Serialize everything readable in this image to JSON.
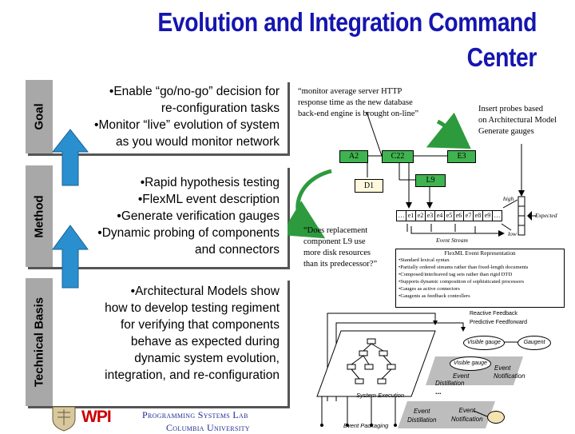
{
  "title": "Evolution and Integration Command Center",
  "rows": {
    "goal": {
      "label": "Goal",
      "bullets": [
        "•Enable “go/no-go” decision for",
        "re-configuration tasks",
        "•Monitor “live” evolution of system",
        "as you would monitor network"
      ]
    },
    "method": {
      "label": "Method",
      "bullets": [
        "•Rapid hypothesis testing",
        "•FlexML event description",
        "•Generate verification gauges",
        "•Dynamic probing of components",
        "and connectors"
      ]
    },
    "technical": {
      "label": "Technical Basis",
      "bullets": [
        "•Architectural Models show",
        "how to develop testing regiment",
        "for verifying that components",
        "behave as expected during",
        "dynamic system evolution,",
        "integration, and re-configuration"
      ]
    }
  },
  "diagram": {
    "quote_top": [
      "“monitor average server HTTP",
      "response time as the new database",
      "back-end engine is brought on-line”"
    ],
    "probes_note": [
      "Insert probes based",
      "on Architectural Model",
      "Generate gauges"
    ],
    "quote_bottom": [
      "“Does replacement",
      "component L9 use",
      "more disk resources",
      "than its predecessor?”"
    ],
    "nodes": {
      "a2": "A2",
      "c22": "C22",
      "e3": "E3",
      "l9": "L9",
      "d1": "D1"
    },
    "stream_cells": [
      "…",
      "e1",
      "e2",
      "e3",
      "e4",
      "e5",
      "e6",
      "e7",
      "e8",
      "e9",
      "…"
    ],
    "event_stream_label": "Event Stream",
    "gauge": {
      "high": "high",
      "low": "low",
      "expected": "Expected"
    },
    "flexml": {
      "title": "FlexML Event Representation",
      "items": [
        "•Standard lexical syntax",
        "•Partially ordered streams rather than fixed-length documents",
        "•Composed/interleaved tag sets rather than rigid DTD",
        "•Supports dynamic composition of sophisticated processors",
        "•Gauges as active connectors",
        "•Gaugents as feedback controllers"
      ]
    },
    "arch": {
      "reactive_feedback": "Reactive Feedback",
      "predictive_feedforward": "Predictive Feedforward",
      "visible_gauge_1": "Visible gauge",
      "gaugent": "Gaugent",
      "visible_gauge_2": "Visible gauge",
      "event_distillation_1": [
        "Event",
        "Distillation"
      ],
      "event_notification_1": [
        "Event",
        "Notification"
      ],
      "system_execution": "System Execution",
      "dots": "...",
      "event_distillation_2": [
        "Event",
        "Distillation"
      ],
      "event_notification_2": [
        "Event",
        "Notification"
      ],
      "event_packaging": "Event Packaging"
    }
  },
  "footer": {
    "logo": "WPI",
    "line1": "Programming Systems Lab",
    "line2": "Columbia University"
  },
  "colors": {
    "title": "#1515b0",
    "arrow": "#2a8fcf",
    "node": "#3fb34f",
    "footer": "#1d2b8f",
    "logo": "#cc0000"
  }
}
